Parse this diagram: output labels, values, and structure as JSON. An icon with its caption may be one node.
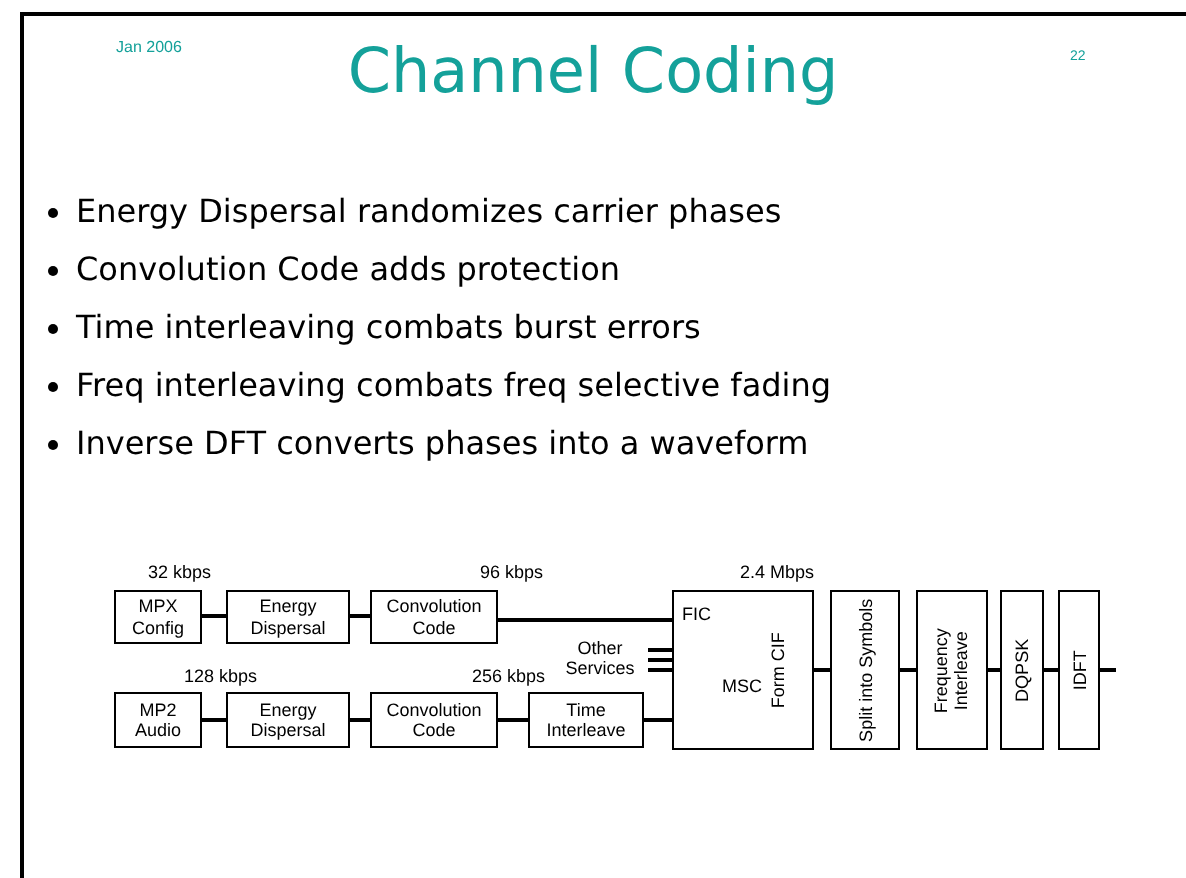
{
  "diagram": {
    "title": "Channel Coding",
    "nodes": [
      {
        "text": [
          "MPX Config"
        ]
      },
      {
        "text": [
          "Energy Dispersal"
        ]
      },
      {
        "text": [
          "Convolution Code"
        ]
      },
      {
        "text": [
          "MP2 Audio"
        ]
      },
      {
        "text": [
          "Energy Dispersal"
        ]
      },
      {
        "text": [
          "Convolution Code"
        ]
      },
      {
        "text": [
          "Other Services"
        ]
      },
      {
        "text": [
          "Time Interleave"
        ]
      },
      {
        "text": [
          "FIC",
          "MSC",
          "Form CIF"
        ]
      },
      {
        "text": [
          "Split into Symbols"
        ]
      },
      {
        "text": [
          "Frequency Interleave"
        ]
      },
      {
        "text": [
          "DQPSK"
        ]
      },
      {
        "text": [
          "IDFT"
        ]
      }
    ],
    "edges": [
      {
        "from": 0,
        "to": 1,
        "arrow": "none"
      },
      {
        "from": 1,
        "to": 2,
        "arrow": "none"
      },
      {
        "from": 2,
        "to": 8,
        "arrow": "none"
      },
      {
        "from": 3,
        "to": 4,
        "arrow": "none"
      },
      {
        "from": 4,
        "to": 5,
        "arrow": "none"
      },
      {
        "from": 5,
        "to": 7,
        "arrow": "none"
      },
      {
        "from": 6,
        "to": 8,
        "arrow": "none"
      },
      {
        "from": 6,
        "to": 8,
        "arrow": "none"
      },
      {
        "from": 6,
        "to": 8,
        "arrow": "none"
      },
      {
        "from": 7,
        "to": 8,
        "arrow": "none"
      },
      {
        "from": 8,
        "to": 9,
        "arrow": "none"
      },
      {
        "from": 9,
        "to": 10,
        "arrow": "none"
      },
      {
        "from": 10,
        "to": 11,
        "arrow": "none"
      },
      {
        "from": 11,
        "to": 12,
        "arrow": "none"
      },
      {
        "from": 12,
        "to": null,
        "arrow": "none"
      }
    ],
    "labels": [
      "Jan 2006",
      "22",
      "Energy Dispersal randomizes carrier phases",
      "Convolution Code adds protection",
      "Time interleaving combats burst errors",
      "Freq interleaving combats freq selective fading",
      "Inverse DFT converts phases into a waveform",
      "32 kbps",
      "96 kbps",
      "2.4 Mbps",
      "128 kbps",
      "256 kbps"
    ]
  }
}
